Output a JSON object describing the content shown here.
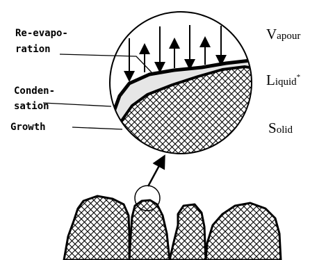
{
  "figure": {
    "leader_labels": [
      {
        "id": "reevaporation",
        "lines": [
          "Re-evapo-",
          "ration"
        ]
      },
      {
        "id": "condensation",
        "lines": [
          "Conden-",
          "sation"
        ]
      },
      {
        "id": "growth",
        "lines": [
          "Growth"
        ]
      }
    ],
    "phases": [
      {
        "id": "vapour",
        "initial": "V",
        "rest": "apour",
        "mark": ""
      },
      {
        "id": "liquid",
        "initial": "L",
        "rest": "iquid",
        "mark": "*"
      },
      {
        "id": "solid",
        "initial": "S",
        "rest": "olid",
        "mark": ""
      }
    ],
    "colors": {
      "ink": "#000000",
      "liquid_fill": "#e6e6e6",
      "background": "#ffffff"
    }
  }
}
